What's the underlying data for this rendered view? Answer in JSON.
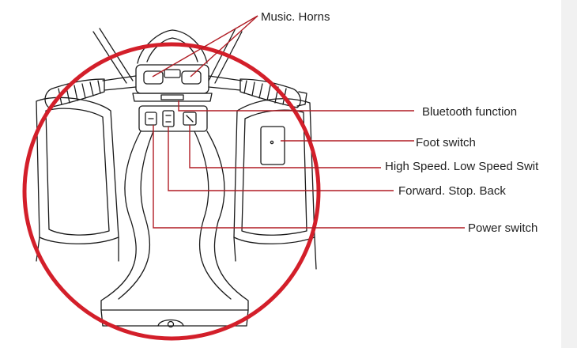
{
  "diagram": {
    "labels": {
      "music_horns": "Music. Horns",
      "bluetooth": "Bluetooth function",
      "foot_switch": "Foot switch",
      "speed_switch": "High Speed. Low Speed Swit",
      "direction_switch": "Forward. Stop. Back",
      "power_switch": "Power switch"
    },
    "colors": {
      "circle": "#d31f2a",
      "leader": "#b01c24",
      "line_art": "#1a1a1a",
      "gutter": "#f1f1f1"
    }
  }
}
